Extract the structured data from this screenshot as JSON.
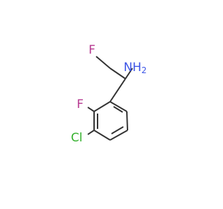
{
  "molecule": {
    "atoms": {
      "fluoro_top": {
        "label": "F",
        "color": "#b5378f"
      },
      "amine": {
        "label": "NH2",
        "color": "#3d55e6"
      },
      "fluoro_ring": {
        "label": "F",
        "color": "#b5378f"
      },
      "chloro": {
        "label": "Cl",
        "color": "#35b12e"
      }
    },
    "bond_color": "#333333"
  }
}
